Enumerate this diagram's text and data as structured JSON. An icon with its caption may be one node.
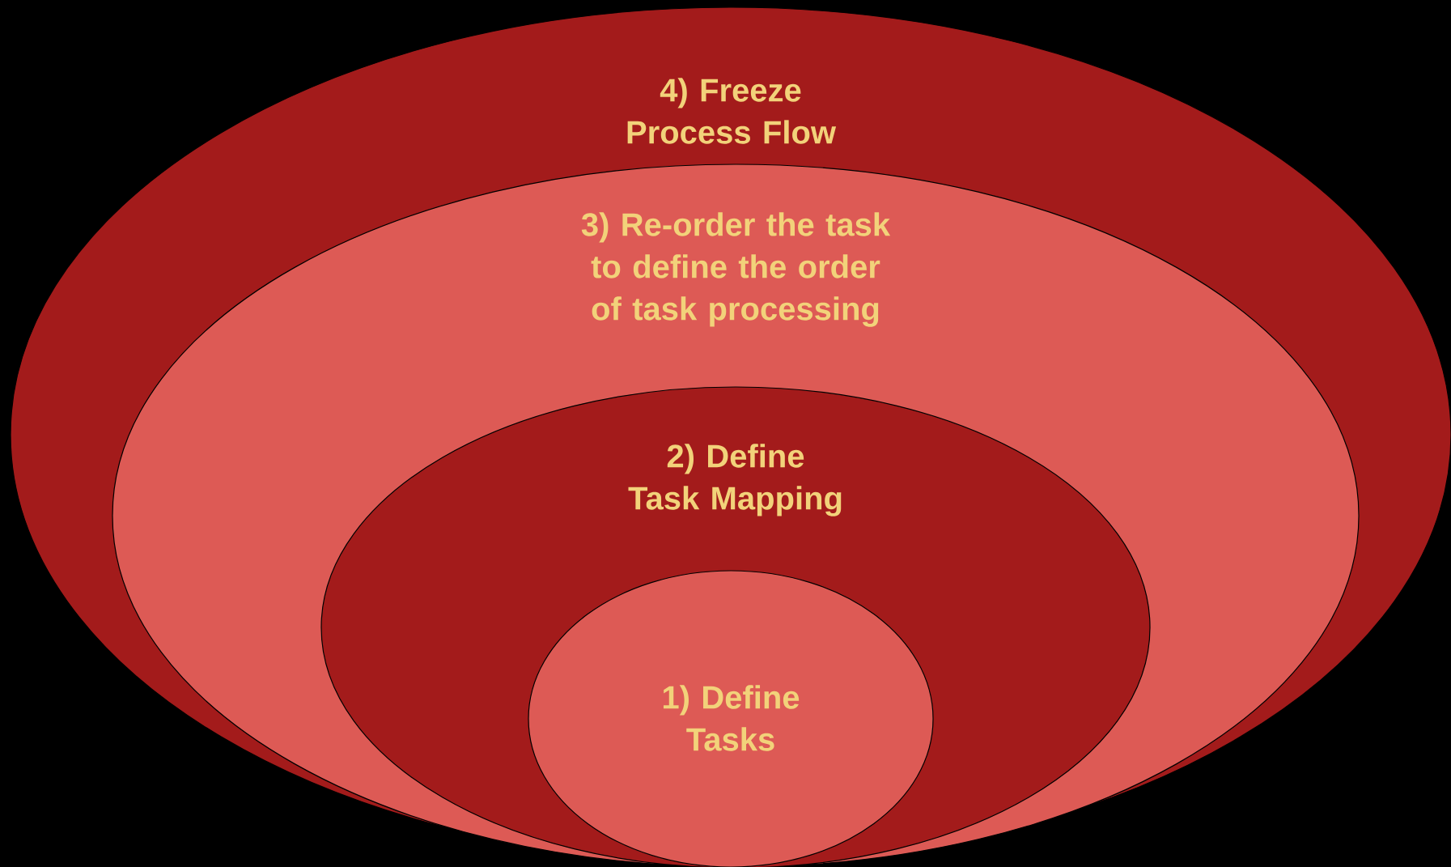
{
  "diagram": {
    "nodes": [
      {
        "text": [
          "4) Freeze Process Flow"
        ]
      },
      {
        "text": [
          "3) Re-order the task to define the order of task processing"
        ],
        "in": 0
      },
      {
        "text": [
          "2) Define Task Mapping"
        ],
        "in": 1
      },
      {
        "text": [
          "1) Define Tasks"
        ],
        "in": 2
      }
    ]
  }
}
